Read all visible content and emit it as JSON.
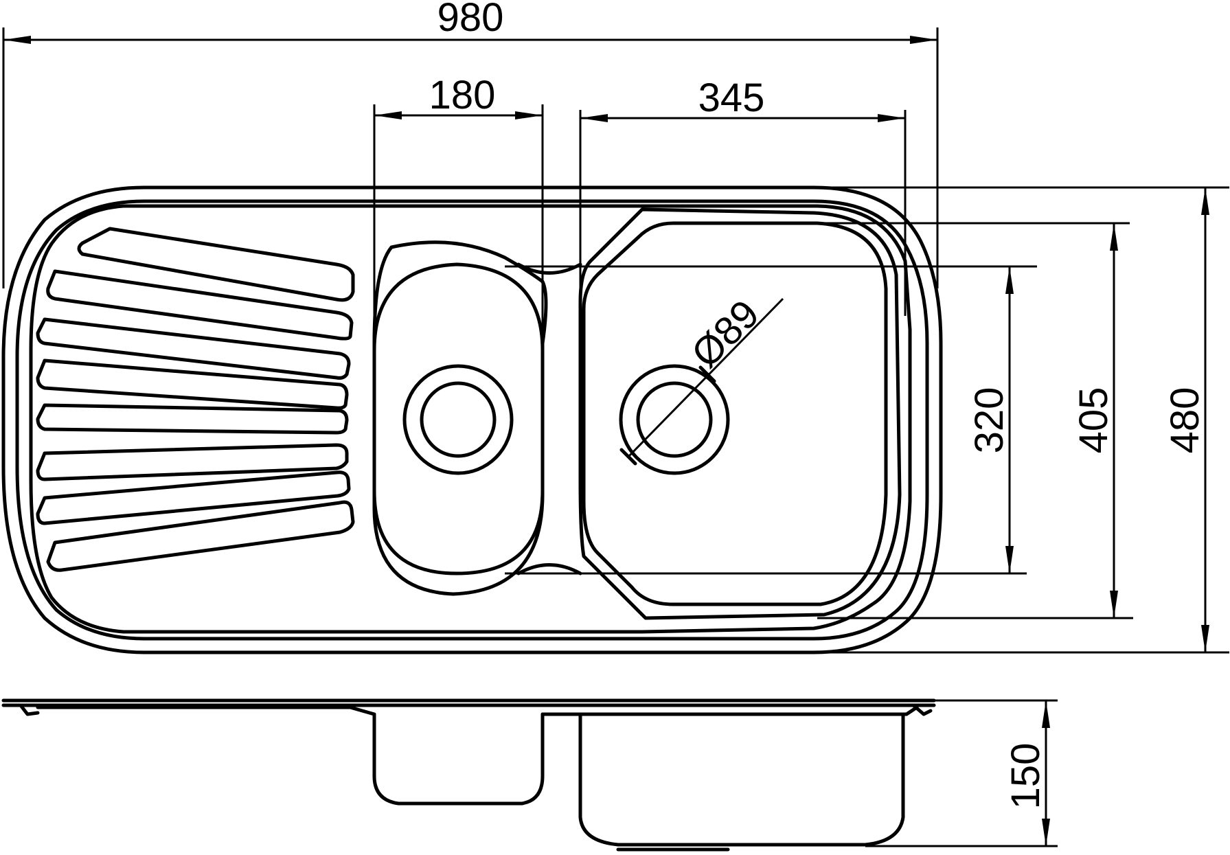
{
  "drawing": {
    "colors": {
      "line": "#000000",
      "background": "#ffffff"
    },
    "dimensions": {
      "overall_width": "980",
      "small_bowl_width": "180",
      "large_bowl_width": "345",
      "small_bowl_depth": "320",
      "large_bowl_depth": "405",
      "overall_depth": "480",
      "waste_diameter": "Ø89",
      "bowl_height": "150"
    },
    "drainer_groove_count": 8
  }
}
